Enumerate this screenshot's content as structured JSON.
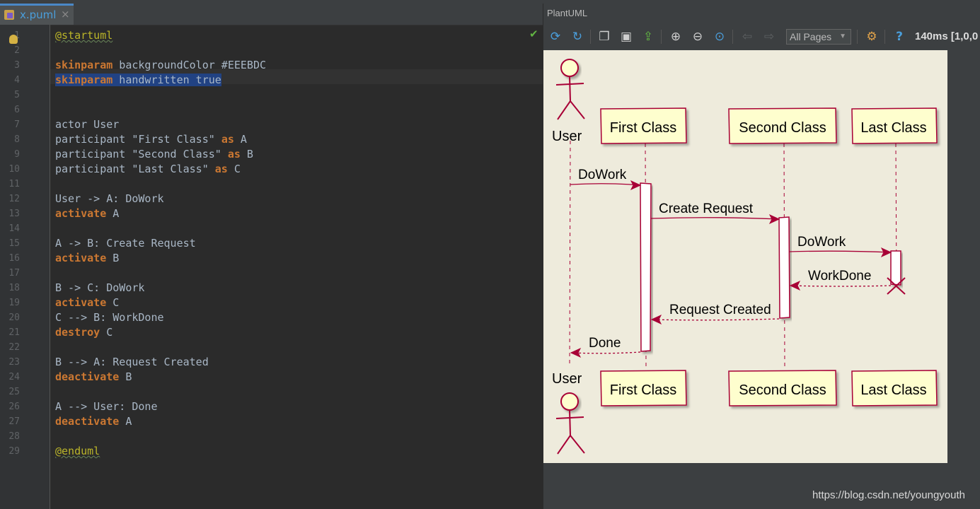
{
  "editor": {
    "tab": {
      "filename": "x.puml",
      "close": "×"
    },
    "line_numbers": [
      "1",
      "2",
      "3",
      "4",
      "5",
      "6",
      "7",
      "8",
      "9",
      "10",
      "11",
      "12",
      "13",
      "14",
      "15",
      "16",
      "17",
      "18",
      "19",
      "20",
      "21",
      "22",
      "23",
      "24",
      "25",
      "26",
      "27",
      "28",
      "29"
    ],
    "lines": [
      {
        "n": 1,
        "tokens": [
          {
            "t": "@startuml",
            "k": "dir"
          }
        ]
      },
      {
        "n": 3,
        "tokens": [
          {
            "t": "skinparam",
            "k": "kw"
          },
          {
            "t": " backgroundColor #EEEBDC",
            "k": ""
          }
        ]
      },
      {
        "n": 4,
        "tokens": [
          {
            "t": "skinparam",
            "k": "kw sel"
          },
          {
            "t": " handwritten true",
            "k": "sel"
          }
        ]
      },
      {
        "n": 7,
        "tokens": [
          {
            "t": "actor User",
            "k": ""
          }
        ]
      },
      {
        "n": 8,
        "tokens": [
          {
            "t": "participant \"First Class\" ",
            "k": ""
          },
          {
            "t": "as",
            "k": "kw"
          },
          {
            "t": " A",
            "k": ""
          }
        ]
      },
      {
        "n": 9,
        "tokens": [
          {
            "t": "participant \"Second Class\" ",
            "k": ""
          },
          {
            "t": "as",
            "k": "kw"
          },
          {
            "t": " B",
            "k": ""
          }
        ]
      },
      {
        "n": 10,
        "tokens": [
          {
            "t": "participant \"Last Class\" ",
            "k": ""
          },
          {
            "t": "as",
            "k": "kw"
          },
          {
            "t": " C",
            "k": ""
          }
        ]
      },
      {
        "n": 12,
        "tokens": [
          {
            "t": "User -> A: DoWork",
            "k": ""
          }
        ]
      },
      {
        "n": 13,
        "tokens": [
          {
            "t": "activate",
            "k": "kw"
          },
          {
            "t": " A",
            "k": ""
          }
        ]
      },
      {
        "n": 15,
        "tokens": [
          {
            "t": "A -> B: Create Request",
            "k": ""
          }
        ]
      },
      {
        "n": 16,
        "tokens": [
          {
            "t": "activate",
            "k": "kw"
          },
          {
            "t": " B",
            "k": ""
          }
        ]
      },
      {
        "n": 18,
        "tokens": [
          {
            "t": "B -> C: DoWork",
            "k": ""
          }
        ]
      },
      {
        "n": 19,
        "tokens": [
          {
            "t": "activate",
            "k": "kw"
          },
          {
            "t": " C",
            "k": ""
          }
        ]
      },
      {
        "n": 20,
        "tokens": [
          {
            "t": "C --> B: WorkDone",
            "k": ""
          }
        ]
      },
      {
        "n": 21,
        "tokens": [
          {
            "t": "destroy",
            "k": "kw"
          },
          {
            "t": " C",
            "k": ""
          }
        ]
      },
      {
        "n": 23,
        "tokens": [
          {
            "t": "B --> A: Request Created",
            "k": ""
          }
        ]
      },
      {
        "n": 24,
        "tokens": [
          {
            "t": "deactivate",
            "k": "kw"
          },
          {
            "t": " B",
            "k": ""
          }
        ]
      },
      {
        "n": 26,
        "tokens": [
          {
            "t": "A --> User: Done",
            "k": ""
          }
        ]
      },
      {
        "n": 27,
        "tokens": [
          {
            "t": "deactivate",
            "k": "kw"
          },
          {
            "t": " A",
            "k": ""
          }
        ]
      },
      {
        "n": 29,
        "tokens": [
          {
            "t": "@enduml",
            "k": "dir"
          }
        ]
      }
    ]
  },
  "panel": {
    "title": "PlantUML",
    "toolbar": {
      "pages_select": "All Pages",
      "help": "?",
      "timing": "140ms [1,0,0"
    },
    "icons": [
      "refresh-icon",
      "auto-refresh-icon",
      "copy-icon",
      "save-icon",
      "export-icon",
      "zoom-in-icon",
      "zoom-out-icon",
      "zoom-actual-icon",
      "back-icon",
      "forward-icon",
      "settings-icon",
      "help-icon"
    ]
  },
  "diagram": {
    "background": "#EEEBDC",
    "line_color": "#A80036",
    "box_fill": "#FEFECE",
    "actor": {
      "name": "User"
    },
    "participants": [
      "First Class",
      "Second Class",
      "Last Class"
    ],
    "messages": [
      {
        "from": "User",
        "to": "First Class",
        "label": "DoWork",
        "style": "solid"
      },
      {
        "from": "First Class",
        "to": "Second Class",
        "label": "Create Request",
        "style": "solid"
      },
      {
        "from": "Second Class",
        "to": "Last Class",
        "label": "DoWork",
        "style": "solid"
      },
      {
        "from": "Last Class",
        "to": "Second Class",
        "label": "WorkDone",
        "style": "dashed"
      },
      {
        "from": "Second Class",
        "to": "First Class",
        "label": "Request Created",
        "style": "dashed"
      },
      {
        "from": "First Class",
        "to": "User",
        "label": "Done",
        "style": "dashed"
      }
    ]
  },
  "watermark": "https://blog.csdn.net/youngyouth"
}
